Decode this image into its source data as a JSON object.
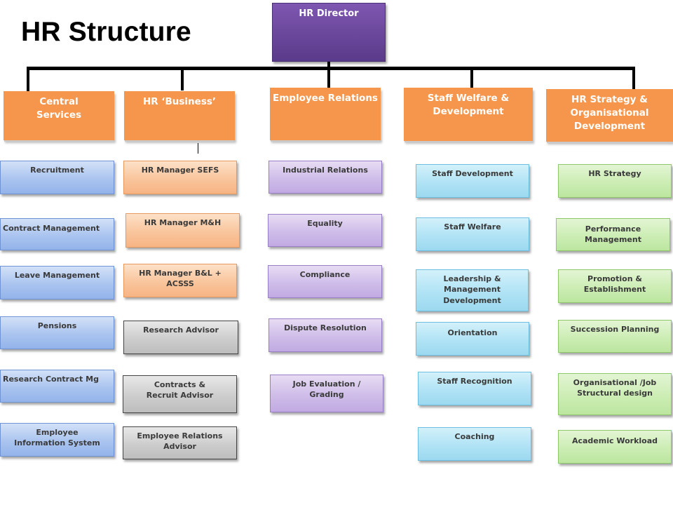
{
  "title": "HR Structure",
  "director": {
    "label": "HR Director",
    "color": "#6a48a0"
  },
  "colors": {
    "department": "#f5964c",
    "central_services_items": "#aac4ef",
    "hr_business_managers": "#f9c59c",
    "hr_business_advisors": "#cdcdcd",
    "employee_relations_items": "#cfbde9",
    "staff_welfare_items": "#b0e3f5",
    "hr_strategy_items": "#ccedb4"
  },
  "departments": [
    {
      "label": "Central Services",
      "items": [
        "Recruitment",
        "Contract Management",
        "Leave Management",
        "Pensions",
        "Research Contract Mg",
        "Employee Information System"
      ]
    },
    {
      "label": "HR ‘Business’",
      "items": [
        "HR Manager SEFS",
        "HR Manager M&H",
        "HR Manager B&L + ACSSS",
        "Research Advisor",
        "Contracts & Recruit Advisor",
        "Employee Relations Advisor"
      ]
    },
    {
      "label": "Employee Relations",
      "items": [
        "Industrial Relations",
        "Equality",
        "Compliance",
        "Dispute Resolution",
        "Job Evaluation / Grading"
      ]
    },
    {
      "label": "Staff Welfare & Development",
      "items": [
        "Staff Development",
        "Staff Welfare",
        "Leadership & Management Development",
        "Orientation",
        "Staff Recognition",
        "Coaching"
      ]
    },
    {
      "label": "HR Strategy & Organisational Development",
      "items": [
        "HR Strategy",
        "Performance Management",
        "Promotion & Establishment",
        "Succession Planning",
        "Organisational /Job Structural design",
        "Academic Workload"
      ]
    }
  ]
}
